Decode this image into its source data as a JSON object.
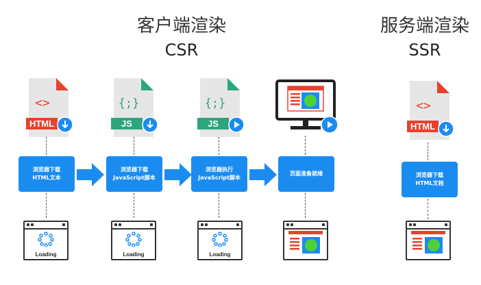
{
  "csr": {
    "title": "客户端渲染",
    "abbr": "CSR"
  },
  "ssr": {
    "title": "服务端渲染",
    "abbr": "SSR"
  },
  "steps": [
    {
      "line1": "浏览器下载",
      "line2": "HTML文本"
    },
    {
      "line1": "浏览器下载",
      "line2": "JavaScript脚本"
    },
    {
      "line1": "浏览器执行",
      "line2": "JavaScript脚本"
    },
    {
      "line1": "页面准备就绪",
      "line2": ""
    },
    {
      "line1": "浏览器下载",
      "line2": "HTML文档"
    }
  ],
  "file_labels": {
    "html": "HTML",
    "js": "JS",
    "code_html": "<>",
    "code_js": "{;}"
  },
  "loading": "Loading",
  "colors": {
    "accent_blue": "#1a8cf0",
    "html_red": "#e8412c",
    "js_green": "#2da57f",
    "page_red": "#e8412c",
    "page_green": "#4cd137",
    "page_blue": "#1a8cf0"
  },
  "icons": [
    "download-icon",
    "play-icon",
    "loading-spinner-icon",
    "monitor-icon",
    "browser-window-icon"
  ]
}
